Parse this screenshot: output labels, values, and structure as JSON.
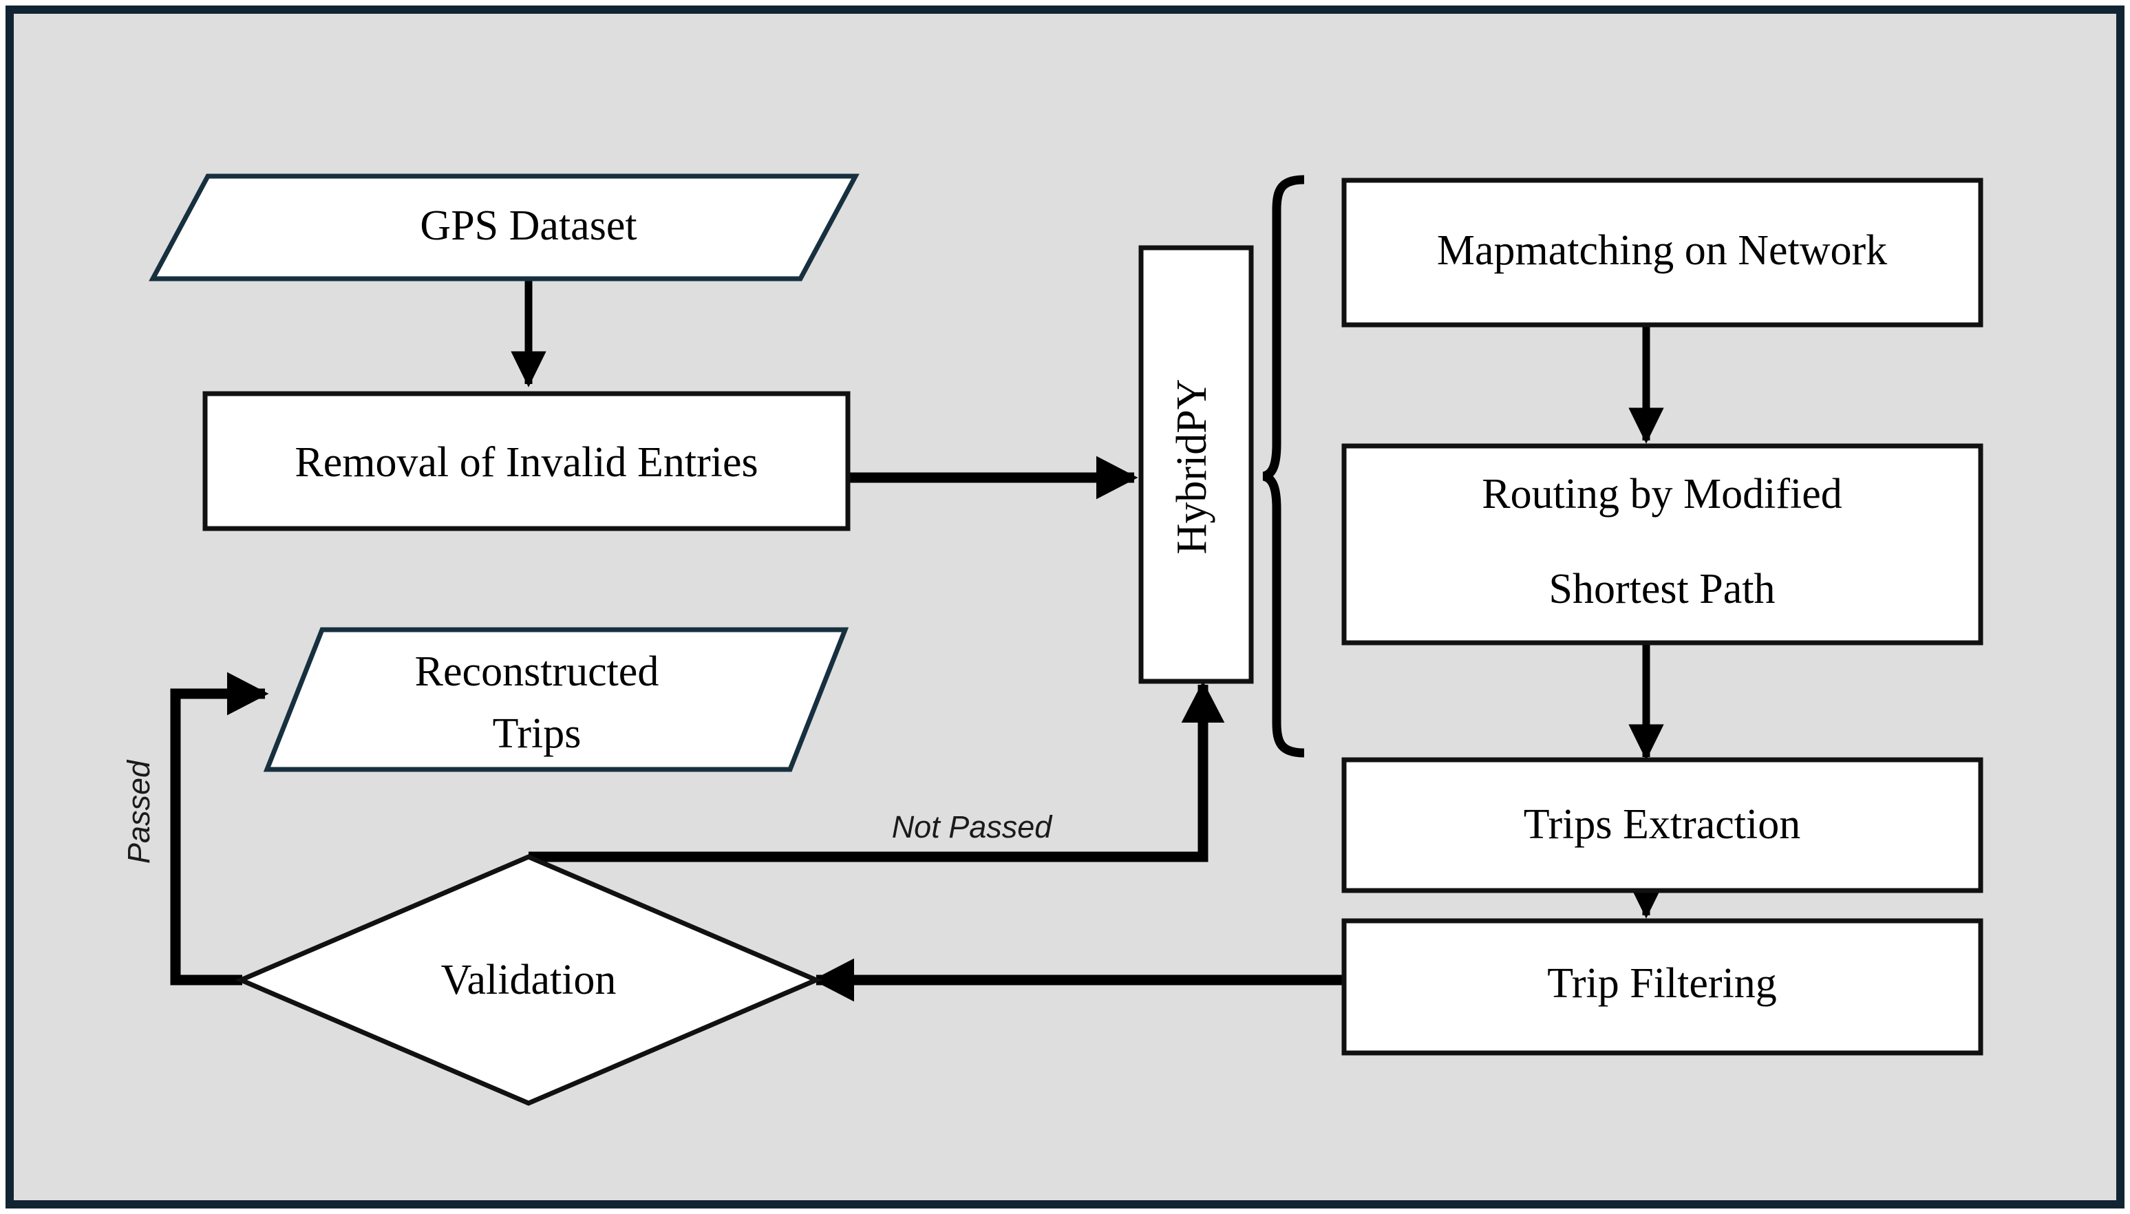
{
  "figure": {
    "title": "GPS trip reconstruction pipeline flowchart",
    "background_color": "#dedede",
    "frame_color": "#112433",
    "node_fill": "#ffffff",
    "node_stroke": "#111111",
    "data_shape_stroke": "#17303f",
    "arrow_color": "#000000"
  },
  "nodes": {
    "gps_dataset": {
      "label": "GPS Dataset",
      "shape": "parallelogram"
    },
    "removal_invalid": {
      "label": "Removal of Invalid Entries",
      "shape": "rectangle"
    },
    "hybridpy": {
      "label": "HybridPY",
      "shape": "rectangle-vertical",
      "rotation": -90
    },
    "mapmatching": {
      "label": "Mapmatching on Network",
      "shape": "rectangle"
    },
    "routing": {
      "label_line1": "Routing by Modified",
      "label_line2": "Shortest Path",
      "shape": "rectangle"
    },
    "trips_extraction": {
      "label": "Trips Extraction",
      "shape": "rectangle"
    },
    "trip_filtering": {
      "label": "Trip Filtering",
      "shape": "rectangle"
    },
    "validation": {
      "label": "Validation",
      "shape": "diamond"
    },
    "reconstructed_trips": {
      "label_line1": "Reconstructed",
      "label_line2": "Trips",
      "shape": "parallelogram"
    }
  },
  "edges": {
    "passed": {
      "label": "Passed",
      "rotation": -90,
      "style": "italic"
    },
    "not_passed": {
      "label": "Not Passed",
      "style": "italic"
    }
  },
  "grouping": {
    "brace": {
      "type": "curly-brace-left",
      "groups": [
        "mapmatching",
        "routing",
        "trips_extraction"
      ]
    }
  }
}
